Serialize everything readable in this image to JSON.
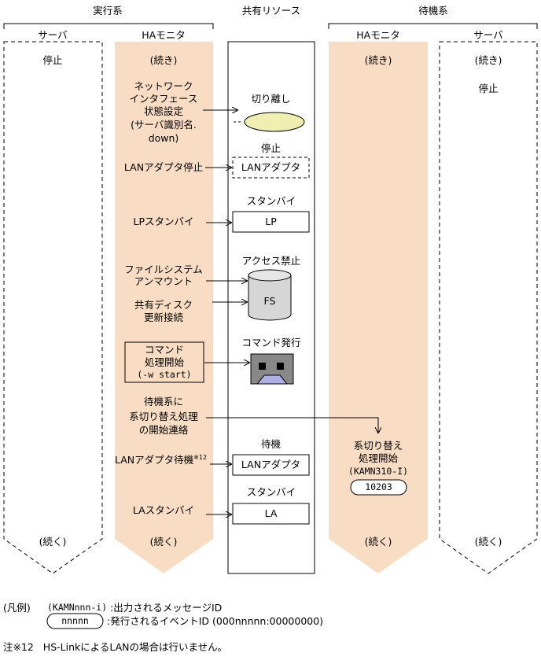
{
  "columns": {
    "active_group": "実行系",
    "shared_group": "共有リソース",
    "standby_group": "待機系",
    "server_left": "サーバ",
    "ha_left": "HAモニタ",
    "ha_right": "HAモニタ",
    "server_right": "サーバ"
  },
  "active_server": {
    "state": "停止",
    "cont": "(続く)"
  },
  "active_ha": {
    "cont_top": "(続き)",
    "step_nif": [
      "ネットワーク",
      "インタフェース",
      "状態設定",
      "(サーバ識別名.",
      "down)"
    ],
    "step_lan_stop": "LANアダプタ停止",
    "step_lp": "LPスタンバイ",
    "step_fs": [
      "ファイルシステム",
      "アンマウント"
    ],
    "step_disk": [
      "共有ディスク",
      "更新接続"
    ],
    "step_cmd": [
      "コマンド",
      "処理開始",
      "(-w start)"
    ],
    "step_notify": [
      "待機系に",
      "系切り替え処理",
      "の開始連絡"
    ],
    "step_lan_wait": "LANアダプタ待機",
    "note_ref": "※12",
    "step_la": "LAスタンバイ",
    "cont_bottom": "(続く)"
  },
  "shared": {
    "nif_state": "切り離し",
    "lan_state_1": "停止",
    "lan_box_1": "LANアダプタ",
    "lp_state": "スタンバイ",
    "lp_box": "LP",
    "fs_state": "アクセス禁止",
    "fs_label": "FS",
    "cmd_state": "コマンド発行",
    "lan_state_2": "待機",
    "lan_box_2": "LANアダプタ",
    "la_state": "スタンバイ",
    "la_box": "LA"
  },
  "standby_ha": {
    "cont_top": "(続き)",
    "switch": [
      "系切り替え",
      "処理開始",
      "(KAMN310-I)"
    ],
    "event_id": "10203",
    "cont_bottom": "(続く)"
  },
  "standby_server": {
    "cont_top": "(続き)",
    "state": "停止",
    "cont_bottom": "(続く)"
  },
  "legend": {
    "label": "(凡例)",
    "msg_sample": "(KAMNnnn-i)",
    "msg_desc": ":出力されるメッセージID",
    "event_sample": "nnnnn",
    "event_desc": ":発行されるイベントID (000nnnnn:00000000)"
  },
  "footnote": "注※12   HS-LinkによるLANの場合は行いません。",
  "colors": {
    "ha_fill": "#f8dcc3",
    "nif_fill": "#f0eeb0",
    "fs_fill": "#d6d6d6",
    "cmd_fill": "#888888",
    "cmd_face": "#b0b0e6"
  }
}
